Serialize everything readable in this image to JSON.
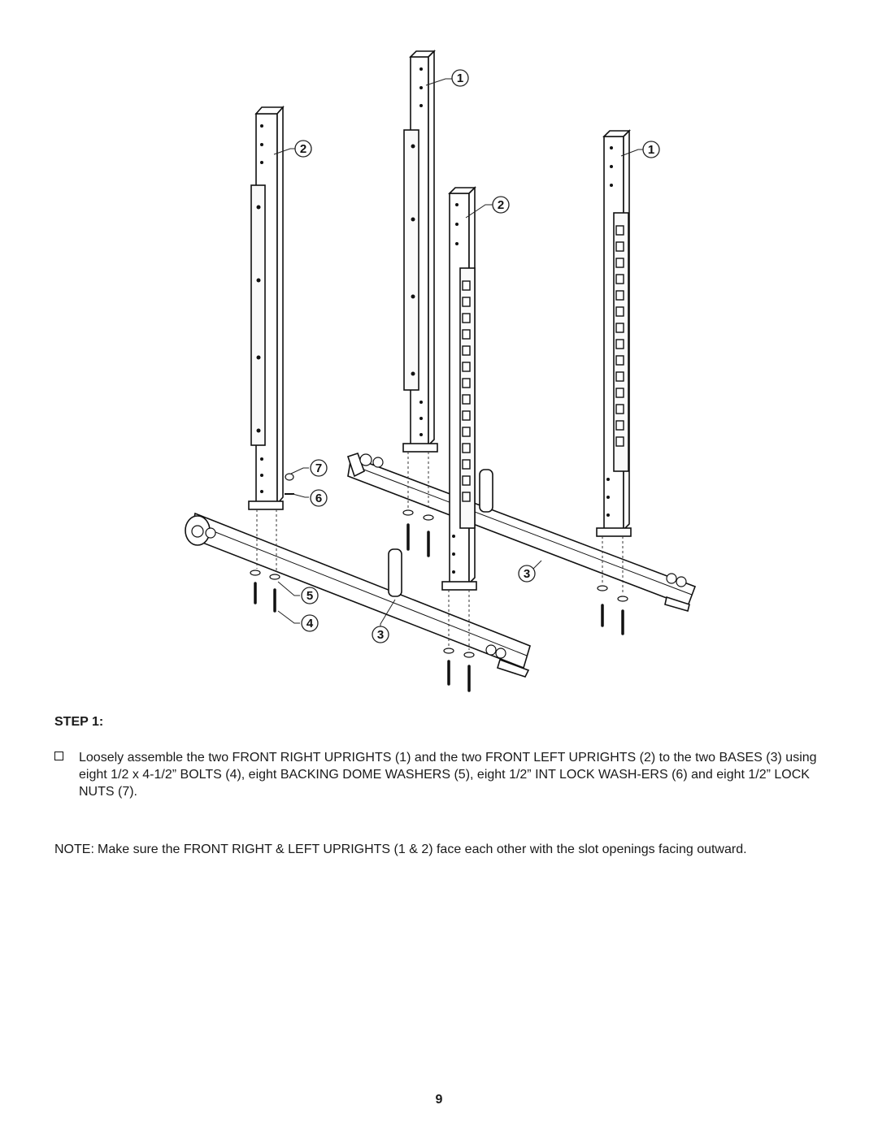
{
  "diagram": {
    "callouts": {
      "front_right_upright_a": "1",
      "front_right_upright_b": "1",
      "front_left_upright_a": "2",
      "front_left_upright_b": "2",
      "base_a": "3",
      "base_b": "3",
      "bolt": "4",
      "washer": "5",
      "lock_washer": "6",
      "lock_nut": "7"
    }
  },
  "step": {
    "title": "STEP 1:",
    "instruction": "Loosely assemble the two FRONT RIGHT UPRIGHTS (1) and the two FRONT LEFT UPRIGHTS (2) to the two BASES (3) using eight 1/2 x 4-1/2” BOLTS (4), eight BACKING DOME WASHERS (5), eight 1/2” INT LOCK WASH-ERS (6) and eight 1/2” LOCK NUTS (7).",
    "note_label": "NOTE:",
    "note_text": "Make sure the FRONT RIGHT & LEFT UPRIGHTS (1 & 2) face each other with the slot openings facing outward."
  },
  "page_number": "9"
}
